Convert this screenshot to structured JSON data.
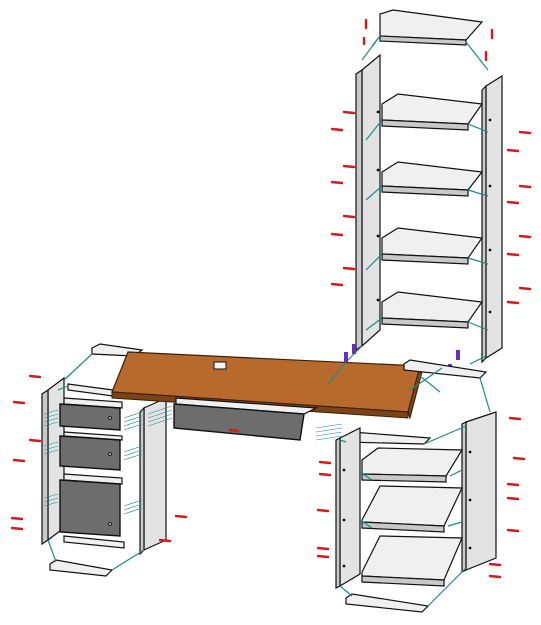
{
  "diagram": {
    "kind": "exploded furniture assembly",
    "colors": {
      "panel": "#e3e3e3",
      "drawer_front": "#6d6d6d",
      "desk_top": "#b86a2c",
      "connector": "#1c8b8b",
      "fastener": "#e01515",
      "dowel": "#6a2fb8"
    },
    "parts": [
      {
        "id": "bookcase-top",
        "label": ""
      },
      {
        "id": "bookcase-left-side",
        "label": ""
      },
      {
        "id": "bookcase-right-side",
        "label": ""
      },
      {
        "id": "bookcase-shelf-1",
        "label": ""
      },
      {
        "id": "bookcase-shelf-2",
        "label": ""
      },
      {
        "id": "bookcase-shelf-3",
        "label": ""
      },
      {
        "id": "bookcase-shelf-4",
        "label": ""
      },
      {
        "id": "desk-top",
        "label": ""
      },
      {
        "id": "keyboard-drawer",
        "label": ""
      },
      {
        "id": "left-pedestal",
        "label": ""
      },
      {
        "id": "drawer-1",
        "label": ""
      },
      {
        "id": "drawer-2",
        "label": ""
      },
      {
        "id": "drawer-3",
        "label": ""
      },
      {
        "id": "right-cabinet",
        "label": ""
      },
      {
        "id": "cabinet-shelf-1",
        "label": ""
      },
      {
        "id": "cabinet-shelf-2",
        "label": ""
      },
      {
        "id": "cabinet-shelf-3",
        "label": ""
      }
    ]
  }
}
